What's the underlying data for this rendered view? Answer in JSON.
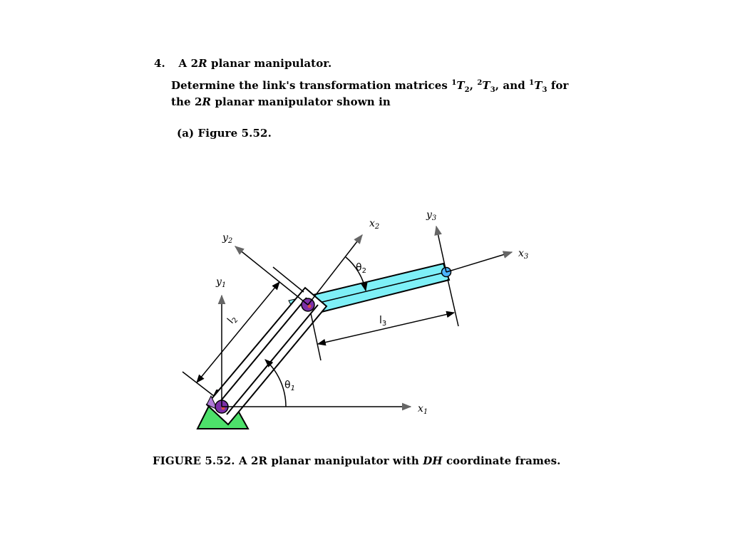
{
  "problem": {
    "number": "4.",
    "title_pre": "A 2",
    "title_r": "R",
    "title_post": " planar manipulator.",
    "line1_a": "Determine the link's transformation matrices ",
    "t12_sup": "1",
    "t12_T": "T",
    "t12_sub": "2",
    "sep1": ", ",
    "t23_sup": "2",
    "t23_T": "T",
    "t23_sub": "3",
    "sep2": ", and ",
    "t13_sup": "1",
    "t13_T": "T",
    "t13_sub": "3",
    "line1_end": " for",
    "line2_a": "the 2",
    "line2_r": "R",
    "line2_b": " planar manipulator shown in",
    "part_a": "(a) Figure 5.52."
  },
  "figure": {
    "labels": {
      "x1": "x",
      "x1_sub": "1",
      "y1": "y",
      "y1_sub": "1",
      "x2": "x",
      "x2_sub": "2",
      "y2": "y",
      "y2_sub": "2",
      "x3": "x",
      "x3_sub": "3",
      "y3": "y",
      "y3_sub": "3",
      "theta1": "θ",
      "theta1_sub": "1",
      "theta2": "θ",
      "theta2_sub": "2",
      "l2": "l",
      "l2_sub": "2",
      "l3": "l",
      "l3_sub": "3"
    },
    "colors": {
      "base": "#4de06a",
      "link3": "#7ef0f7",
      "joint": "#7b2fa8",
      "end_effector": "#4ab3ff"
    }
  },
  "caption": {
    "pre": "FIGURE 5.52. A 2R planar manipulator with ",
    "dh": "DH",
    "post": " coordinate frames."
  }
}
